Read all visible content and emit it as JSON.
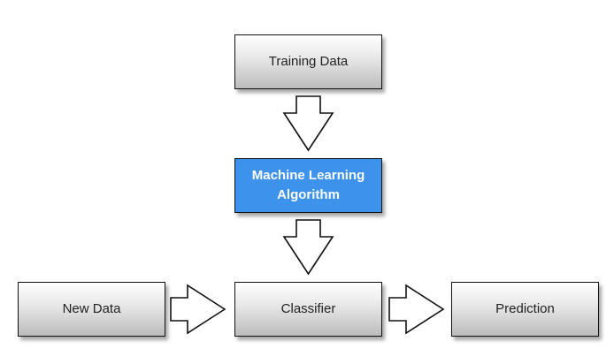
{
  "nodes": {
    "training_data": "Training Data",
    "ml_algorithm": "Machine Learning Algorithm",
    "new_data": "New Data",
    "classifier": "Classifier",
    "prediction": "Prediction"
  },
  "colors": {
    "highlight_fill": "#3d92ec",
    "highlight_text": "#ffffff",
    "node_text": "#222222",
    "border": "#111111"
  },
  "edges": [
    {
      "from": "Training Data",
      "to": "Machine Learning Algorithm"
    },
    {
      "from": "Machine Learning Algorithm",
      "to": "Classifier"
    },
    {
      "from": "New Data",
      "to": "Classifier"
    },
    {
      "from": "Classifier",
      "to": "Prediction"
    }
  ]
}
